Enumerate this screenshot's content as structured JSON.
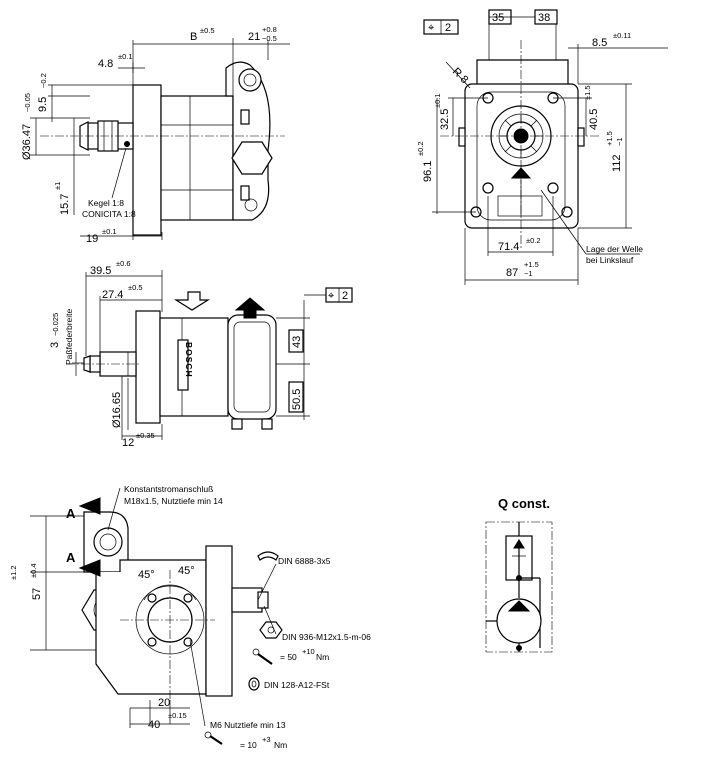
{
  "view_top_left": {
    "dim_b": "B",
    "dim_b_tol": "±0.5",
    "dim_21": "21",
    "dim_21_tol_plus": "+0.8",
    "dim_21_tol_minus": "−0.5",
    "dim_4_8": "4.8",
    "dim_4_8_tol": "±0.1",
    "dim_9_5": "9.5",
    "dim_9_5_tol": "−0.2",
    "dim_36_47": "Ø36.47",
    "dim_36_47_tol": "−0.05",
    "dim_15_7": "15.7",
    "dim_15_7_tol": "±1",
    "cone_label_de": "Kegel 1:8",
    "cone_label_it": "CONICITA 1:8",
    "dim_19": "19",
    "dim_19_tol": "±0.1"
  },
  "view_top_right": {
    "tol_frame_symbol": "⌖",
    "tol_frame_value": "2",
    "dim_35": "35",
    "dim_38": "38",
    "dim_r8": "R 8",
    "dim_8_5": "8.5",
    "dim_8_5_tol": "±0.11",
    "dim_32_5": "32.5",
    "dim_32_5_tol": "±0.1",
    "dim_40_5": "40.5",
    "dim_40_5_tol": "±1.5",
    "dim_96_1": "96.1",
    "dim_96_1_tol": "±0.2",
    "dim_112": "112",
    "dim_112_tol_plus": "+1.5",
    "dim_112_tol_minus": "−1",
    "dim_71_4": "71.4",
    "dim_71_4_tol": "±0.2",
    "dim_87": "87",
    "dim_87_tol_plus": "+1.5",
    "dim_87_tol_minus": "−1",
    "shaft_note_line1": "Lage der Welle",
    "shaft_note_line2": "bei Linkslauf"
  },
  "view_middle": {
    "dim_39_5": "39.5",
    "dim_39_5_tol": "±0.6",
    "dim_27_4": "27.4",
    "dim_27_4_tol": "±0.5",
    "dim_3": "3",
    "dim_3_tol": "−0.025",
    "key_width_label": "Paßfederbreite",
    "dim_16_65": "Ø16.65",
    "dim_12": "12",
    "dim_12_tol": "±0.35",
    "tol_frame_symbol": "⌖",
    "tol_frame_value": "2",
    "dim_43": "43",
    "dim_50_5": "50.5",
    "brand": "BOSCH"
  },
  "view_bottom": {
    "port_note_line1": "Konstantstromanschluß",
    "port_note_line2": "M18x1.5, Nutztiefe min 14",
    "section_a1": "A",
    "section_a2": "A",
    "dim_57": "57",
    "dim_57_tol": "±0.4",
    "dim_left_tol": "±1.2",
    "angle_1": "45°",
    "angle_2": "45°",
    "key_note": "DIN 6888-3x5",
    "nut_note": "DIN 936-M12x1.5-m-06",
    "torque_1": "= 50",
    "torque_1_tol": "+10",
    "torque_1_unit": "Nm",
    "washer_note": "DIN 128-A12-FSt",
    "dim_20": "20",
    "dim_40": "40",
    "dim_40_tol": "±0.15",
    "thread_note": "M6 Nutztiefe min 13",
    "torque_2": "= 10",
    "torque_2_tol": "+3",
    "torque_2_unit": "Nm"
  },
  "schematic": {
    "title": "Q const."
  }
}
